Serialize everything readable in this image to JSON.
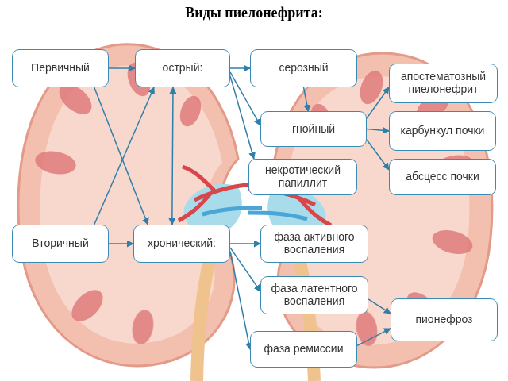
{
  "diagram": {
    "title": "Виды пиелонефрита:",
    "nodes": [
      {
        "text": [
          "Первичный"
        ]
      },
      {
        "text": [
          "острый:"
        ]
      },
      {
        "text": [
          "серозный"
        ]
      },
      {
        "text": [
          "апостематозный пиелонефрит"
        ]
      },
      {
        "text": [
          "гнойный"
        ]
      },
      {
        "text": [
          "карбункул почки"
        ]
      },
      {
        "text": [
          "некротический папиллит"
        ]
      },
      {
        "text": [
          "абсцесс почки"
        ]
      },
      {
        "text": [
          "Вторичный"
        ]
      },
      {
        "text": [
          "хронический:"
        ]
      },
      {
        "text": [
          "фаза активного воспаления"
        ]
      },
      {
        "text": [
          "фаза латентного воспаления"
        ]
      },
      {
        "text": [
          "пионефроз"
        ]
      },
      {
        "text": [
          "фаза ремиссии"
        ]
      }
    ],
    "edges": [
      {
        "from": 0,
        "to": 1,
        "arrow": "to"
      },
      {
        "from": 0,
        "to": 9,
        "arrow": "to"
      },
      {
        "from": 8,
        "to": 1,
        "arrow": "to"
      },
      {
        "from": 8,
        "to": 9,
        "arrow": "to"
      },
      {
        "from": 1,
        "to": 9,
        "arrow": "both"
      },
      {
        "from": 1,
        "to": 2,
        "arrow": "to"
      },
      {
        "from": 1,
        "to": 4,
        "arrow": "to"
      },
      {
        "from": 1,
        "to": 6,
        "arrow": "to"
      },
      {
        "from": 2,
        "to": 4,
        "arrow": "to"
      },
      {
        "from": 4,
        "to": 3,
        "arrow": "to"
      },
      {
        "from": 4,
        "to": 5,
        "arrow": "to"
      },
      {
        "from": 4,
        "to": 7,
        "arrow": "to"
      },
      {
        "from": 9,
        "to": 10,
        "arrow": "to"
      },
      {
        "from": 9,
        "to": 11,
        "arrow": "to"
      },
      {
        "from": 9,
        "to": 13,
        "arrow": "to"
      },
      {
        "from": 11,
        "to": 12,
        "arrow": "to"
      },
      {
        "from": 13,
        "to": 12,
        "arrow": "to"
      }
    ]
  }
}
